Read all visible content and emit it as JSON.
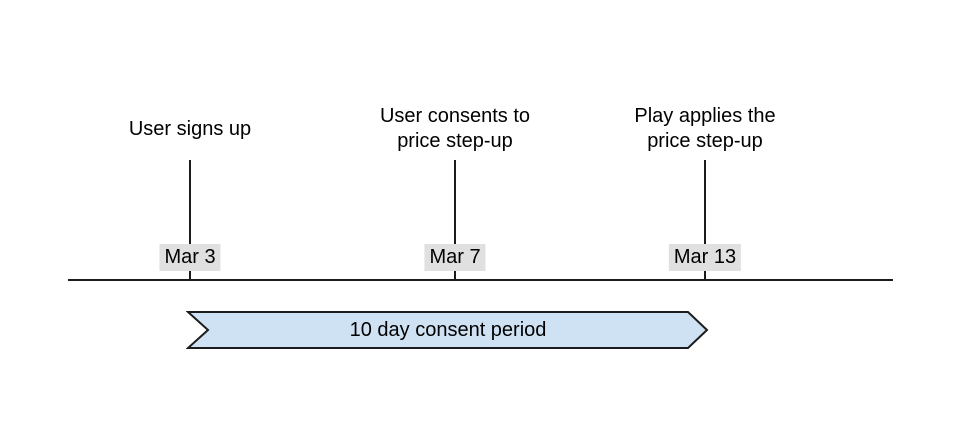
{
  "diagram": {
    "type": "timeline",
    "events": [
      {
        "title": "User signs up",
        "date": "Mar 3"
      },
      {
        "title": "User consents to price step-up",
        "date": "Mar 7"
      },
      {
        "title": "Play applies the price step-up",
        "date": "Mar 13"
      }
    ],
    "period_banner": {
      "label": "10 day consent period",
      "from": "Mar 3",
      "to": "Mar 13"
    },
    "colors": {
      "banner_fill": "#cfe2f3",
      "banner_border": "#1c1c1c",
      "date_label_bg": "#e0e0e0",
      "line": "#1c1c1c"
    }
  }
}
